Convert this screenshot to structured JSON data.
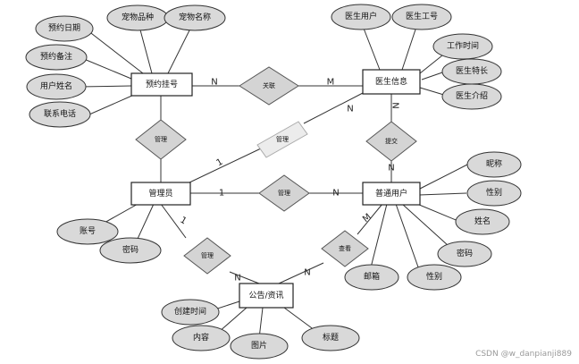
{
  "entities": {
    "appointment": "预约挂号",
    "doctor": "医生信息",
    "admin": "管理员",
    "user": "普通用户",
    "notice": "公告/资讯"
  },
  "attributes": {
    "appointment": [
      "预约日期",
      "宠物品种",
      "宠物名称",
      "预约备注",
      "用户姓名",
      "联系电话"
    ],
    "doctor": [
      "医生用户",
      "医生工号",
      "工作时间",
      "医生特长",
      "医生介绍"
    ],
    "admin": [
      "账号",
      "密码"
    ],
    "user": [
      "昵称",
      "性别",
      "姓名",
      "密码",
      "性别",
      "邮箱"
    ],
    "notice": [
      "创建时间",
      "内容",
      "图片",
      "标题"
    ]
  },
  "relationships": {
    "link": "关联",
    "manage_appt": "管理",
    "manage_doc": "管理",
    "submit": "提交",
    "manage_user": "管理",
    "manage_notice": "管理",
    "view": "查看"
  },
  "cardinalities": {
    "appt_link": "N",
    "link_doctor": "M",
    "doctor_submit": "N",
    "submit_user": "N",
    "admin_manage_doc": "1",
    "manage_doc_doctor": "N",
    "admin_manage_user": "1",
    "manage_user_user": "N",
    "admin_manage_notice": "1",
    "manage_notice_notice": "N",
    "notice_view": "N",
    "view_user": "M"
  },
  "watermark": "CSDN @w_danpianji889"
}
